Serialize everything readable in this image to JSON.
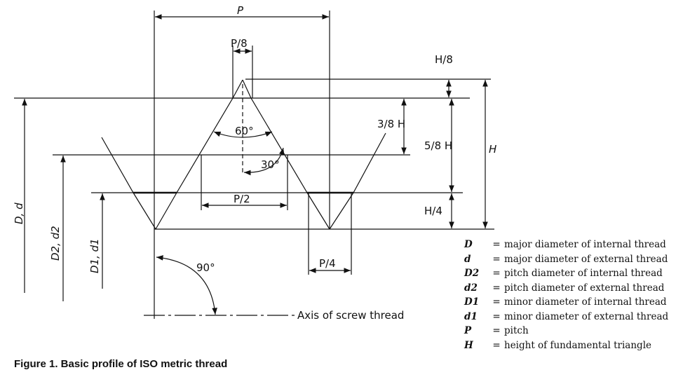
{
  "labels": {
    "p_top": "P",
    "p8": "P/8",
    "h8": "H/8",
    "h38": "3/8 H",
    "h58": "5/8 H",
    "h": "H",
    "h4": "H/4",
    "angle60": "60°",
    "angle30": "30°",
    "p2": "P/2",
    "p4": "P/4",
    "angle90": "90°",
    "D_d": "D, d",
    "D2_d2": "D2, d2",
    "D1_d1": "D1, d1",
    "axis": "Axis of screw thread"
  },
  "legend": [
    {
      "symbol": "D",
      "eq": "=",
      "desc": "major diameter of internal thread"
    },
    {
      "symbol": "d",
      "eq": "=",
      "desc": "major diameter of external thread"
    },
    {
      "symbol": "D2",
      "eq": "=",
      "desc": "pitch diameter of internal thread"
    },
    {
      "symbol": "d2",
      "eq": "=",
      "desc": "pitch diameter of external thread"
    },
    {
      "symbol": "D1",
      "eq": "=",
      "desc": "minor diameter of internal thread"
    },
    {
      "symbol": "d1",
      "eq": "=",
      "desc": "minor diameter of external thread"
    },
    {
      "symbol": "P",
      "eq": "=",
      "desc": "pitch"
    },
    {
      "symbol": "H",
      "eq": "=",
      "desc": "height of fundamental triangle"
    }
  ],
  "caption": "Figure 1. Basic profile of ISO metric thread"
}
